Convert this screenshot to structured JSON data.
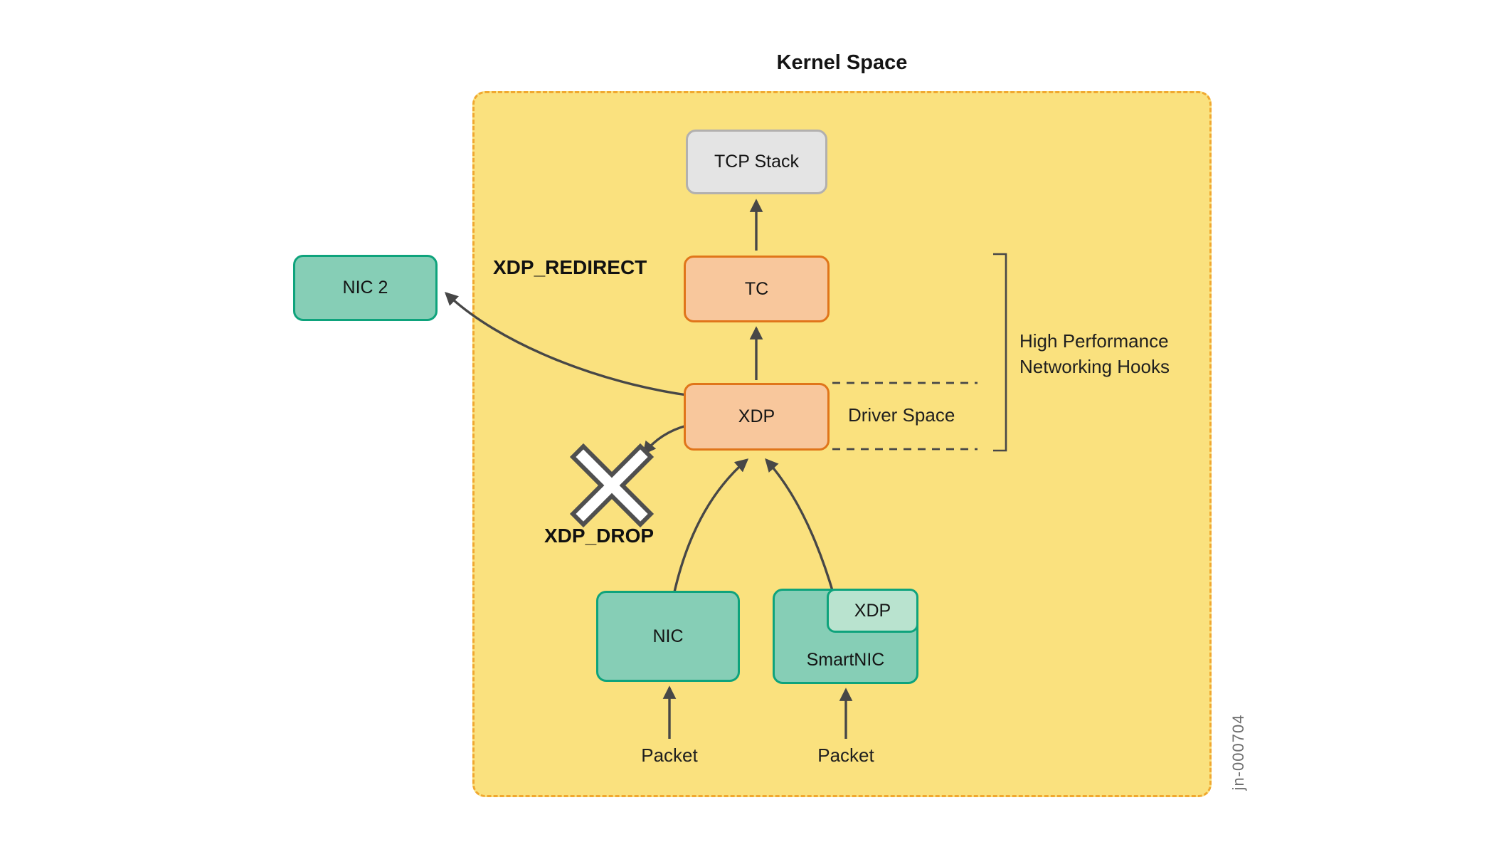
{
  "diagram": {
    "title": "Kernel Space",
    "figure_id": "jn-000704"
  },
  "nodes": {
    "tcp_stack": {
      "label": "TCP Stack"
    },
    "tc": {
      "label": "TC"
    },
    "xdp": {
      "label": "XDP"
    },
    "nic2": {
      "label": "NIC 2"
    },
    "nic": {
      "label": "NIC"
    },
    "smartnic": {
      "label": "SmartNIC"
    },
    "smartnic_xdp": {
      "label": "XDP"
    }
  },
  "annotations": {
    "xdp_redirect": "XDP_REDIRECT",
    "xdp_drop": "XDP_DROP",
    "driver_space": "Driver Space",
    "hooks_label": "High Performance Networking Hooks",
    "packet_nic": "Packet",
    "packet_smartnic": "Packet"
  },
  "colors": {
    "kernel_bg": "#FAE17E",
    "kernel_border": "#F0A830",
    "node_green_fill": "#86CEB6",
    "node_green_border": "#0EA37C",
    "node_green_light_fill": "#B9E3CF",
    "node_orange_fill": "#F8C79C",
    "node_orange_border": "#E0751A",
    "node_gray_fill": "#E4E4E4",
    "node_gray_border": "#B2B0AF",
    "arrow": "#474747",
    "text": "#141414"
  }
}
